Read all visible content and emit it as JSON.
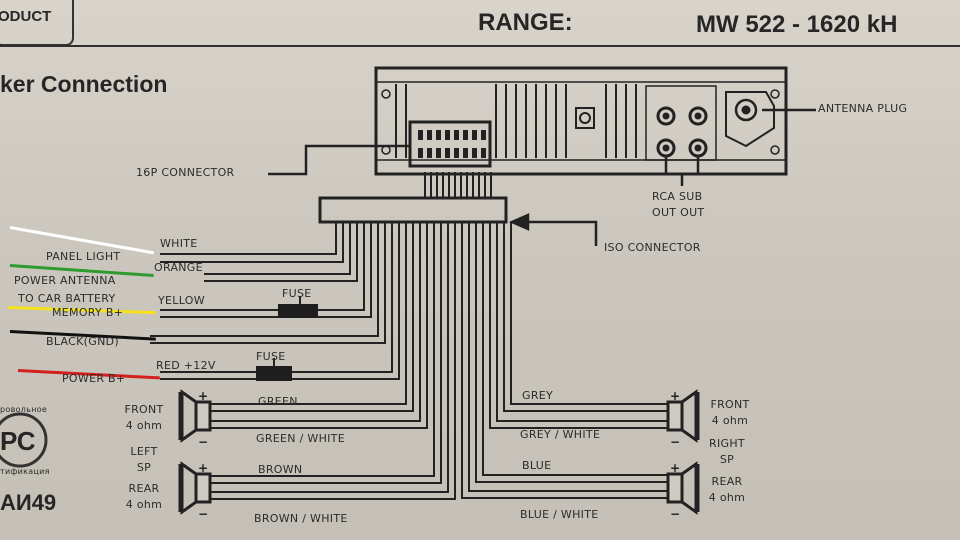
{
  "header": {
    "product_label": "ODUCT",
    "range_label": "RANGE:",
    "range_value": "MW  522 - 1620 kH"
  },
  "section_title": "ker Connection",
  "unit_labels": {
    "antenna_plug": "ANTENNA PLUG",
    "connector_16p": "16P CONNECTOR",
    "rca_sub": "RCA SUB",
    "out_out": "OUT OUT",
    "iso_connector": "ISO CONNECTOR"
  },
  "left_wires": {
    "panel_light": "PANEL LIGHT",
    "white": "WHITE",
    "orange": "ORANGE",
    "power_antenna": "POWER ANTENNA",
    "to_car_battery": "TO CAR BATTERY",
    "memory_b": "MEMORY B+",
    "yellow": "YELLOW",
    "fuse_1": "FUSE",
    "black_gnd": "BLACK(GND)",
    "red_12v": "RED +12V",
    "fuse_2": "FUSE",
    "power_b": "POWER B+"
  },
  "speakers": {
    "front_left": "FRONT",
    "front_left_ohm": "4 ohm",
    "left": "LEFT",
    "sp_left": "SP",
    "rear_left": "REAR",
    "rear_left_ohm": "4 ohm",
    "green": "GREEN",
    "green_white": "GREEN / WHITE",
    "brown": "BROWN",
    "brown_white": "BROWN / WHITE",
    "grey": "GREY",
    "grey_white": "GREY / WHITE",
    "blue": "BLUE",
    "blue_white": "BLUE / WHITE",
    "front_right": "FRONT",
    "front_right_ohm": "4 ohm",
    "right": "RIGHT",
    "sp_right": "SP",
    "rear_right": "REAR",
    "rear_right_ohm": "4 ohm"
  },
  "cert": {
    "top": "ровольное",
    "mark": "РС",
    "bottom": "тификация",
    "code": "АИ49"
  },
  "marker_colors": {
    "white": "#ffffff",
    "green": "#2f9a2f",
    "yellow": "#f3e21c",
    "black": "#111111",
    "red": "#d4201c"
  }
}
